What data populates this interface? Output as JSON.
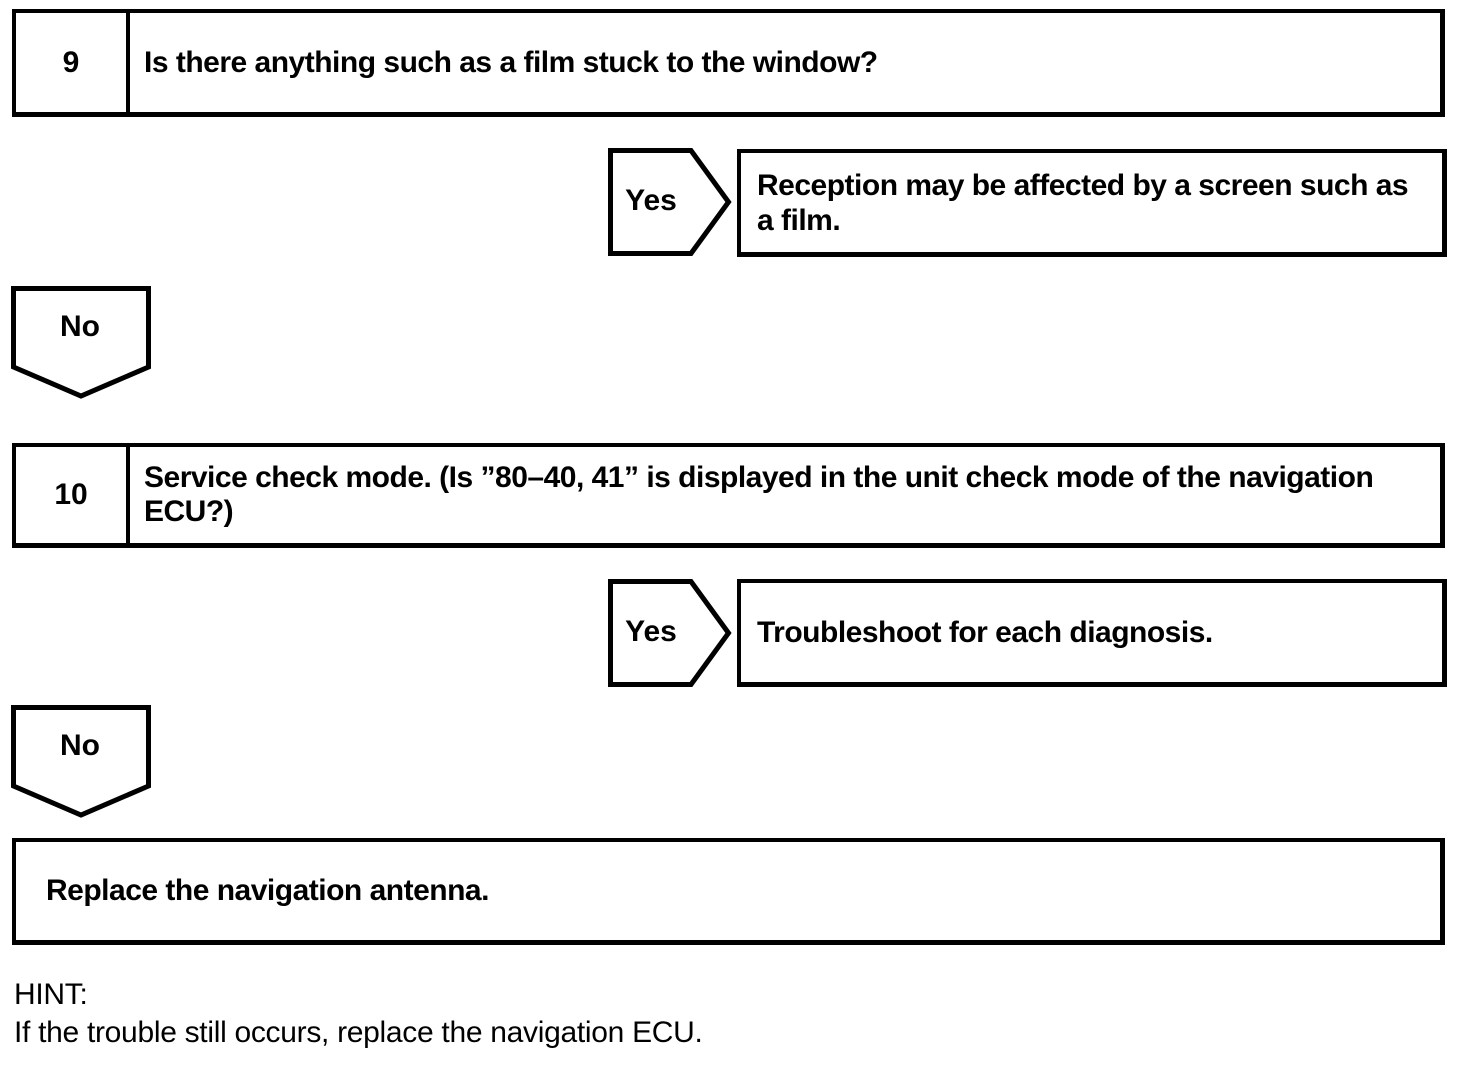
{
  "flowchart": {
    "steps": [
      {
        "number": "9",
        "question": "Is there anything such as a film stuck to the window?",
        "yes_label": "Yes",
        "yes_result": "Reception may be affected by a screen such as a film.",
        "no_label": "No"
      },
      {
        "number": "10",
        "question": "Service check mode. (Is ”80–40, 41” is displayed in the unit check mode of the navigation ECU?)",
        "yes_label": "Yes",
        "yes_result": "Troubleshoot for each diagnosis.",
        "no_label": "No"
      }
    ],
    "final_action": "Replace the navigation antenna.",
    "hint": {
      "label": "HINT:",
      "text": "If the trouble still occurs, replace the navigation ECU."
    },
    "colors": {
      "line": "#000000",
      "background": "#ffffff"
    }
  }
}
